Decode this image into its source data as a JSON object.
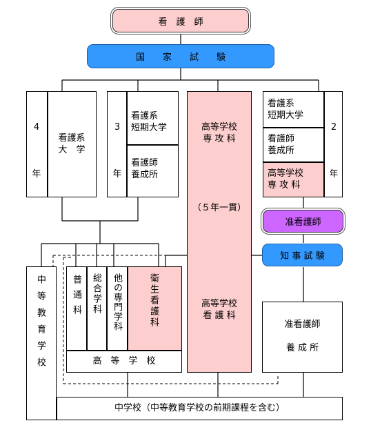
{
  "nodes": {
    "kangoshi": "看　護　師",
    "kokka_shiken": "国　　家　　試　　験",
    "daigaku_years": "4\n\n\n\n年",
    "daigaku": "看護系\n大　学",
    "tanki_years": "3\n\n\n\n年",
    "tanki_daigaku": "看護系\n短期大学",
    "yoseisho_3": "看護師\n養成所",
    "senkoka_top": "高等学校\n専 攻 科",
    "ikkan": "（５年一貫）",
    "kangoka_koko": "高等学校\n看 護 科",
    "r_tanki": "看護系\n短期大学",
    "r_yoseisho": "看護師\n養成所",
    "r_senkoka": "高等学校\n専 攻 科",
    "r_years": "2\n\n\n\n年",
    "jun_kangoshi": "准看護師",
    "chiji_shiken": "知 事 試 験",
    "chuto_kyoiku": "中等教育学校",
    "futsuka": "普通科",
    "sogo": "総合学科",
    "sono_ta": "他の専門学科",
    "eisei": "衛生看護科",
    "koto_gakko": "高　等　学　校",
    "jun_yoseisho": "准看護師\n\n養 成 所",
    "chugakko": "中学校（中等教育学校の前期課程を含む）"
  },
  "colors": {
    "pink": "#fccece",
    "blue": "#3399ff",
    "purple": "#cc66ff"
  }
}
